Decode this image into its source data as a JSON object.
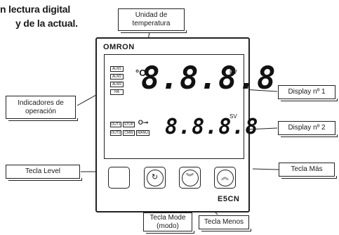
{
  "intro_lines": [
    "n lectura digital",
    "y de la actual."
  ],
  "callouts": {
    "unidad": [
      "Unidad de",
      "temperatura"
    ],
    "indicadores": [
      "Indicadores de",
      "operación"
    ],
    "display1": "Display nº 1",
    "display2": "Display nº 2",
    "tecla_level": "Tecla Level",
    "tecla_mas": "Tecla Más",
    "tecla_mode": [
      "Tecla Mode",
      "(modo)"
    ],
    "tecla_menos": "Tecla Menos"
  },
  "device": {
    "brand": "OMRON",
    "model": "E5CN",
    "unit_symbol": "°C",
    "pv_label": "PV",
    "sv_label": "SV",
    "pv_digits": "8.8.8.8",
    "sv_digits": "8.8.8.8",
    "indicators_left": [
      "ALM1",
      "ALM2",
      "ALM3",
      "HA"
    ],
    "indicators_bottom_row1": [
      "OUT1",
      "STOP",
      "O⊸"
    ],
    "indicators_bottom_row2": [
      "OUT2",
      "CMW",
      "MANU"
    ],
    "key_icons": [
      "blank-key",
      "mode-arrow-icon",
      "down-chevron-icon",
      "up-chevron-icon"
    ],
    "key_glyphs": [
      "",
      "↻",
      "︾",
      "︽"
    ]
  }
}
